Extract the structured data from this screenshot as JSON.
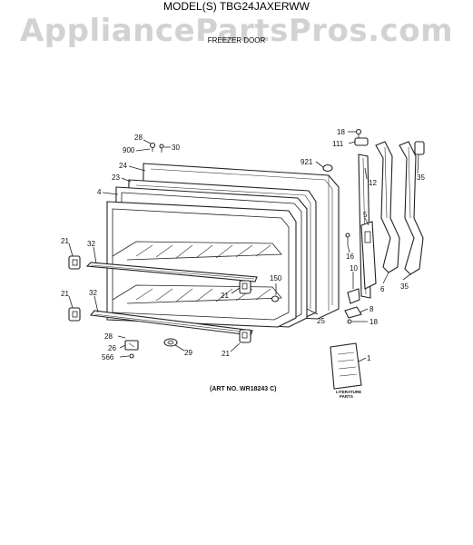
{
  "header": {
    "model_title": "MODEL(S) TBG24JAXERWW",
    "watermark": "AppliancePartsPros.com",
    "subtitle": "FREEZER DOOR"
  },
  "diagram": {
    "art_number": "(ART NO. WR18243 C)",
    "literature_label_line1": "LITERATURE",
    "literature_label_line2": "PARTS",
    "callouts": {
      "c1": "1",
      "c4": "4",
      "c5": "5",
      "c6": "6",
      "c8": "8",
      "c10": "10",
      "c12": "12",
      "c16": "16",
      "c18a": "18",
      "c18b": "18",
      "c21a": "21",
      "c21b": "21",
      "c21c": "21",
      "c21d": "21",
      "c23": "23",
      "c24": "24",
      "c25": "25",
      "c26": "26",
      "c28a": "28",
      "c28b": "28",
      "c29": "29",
      "c30": "30",
      "c32a": "32",
      "c32b": "32",
      "c35a": "35",
      "c35b": "35",
      "c111": "111",
      "c150": "150",
      "c566": "566",
      "c900": "900",
      "c921": "921"
    }
  }
}
